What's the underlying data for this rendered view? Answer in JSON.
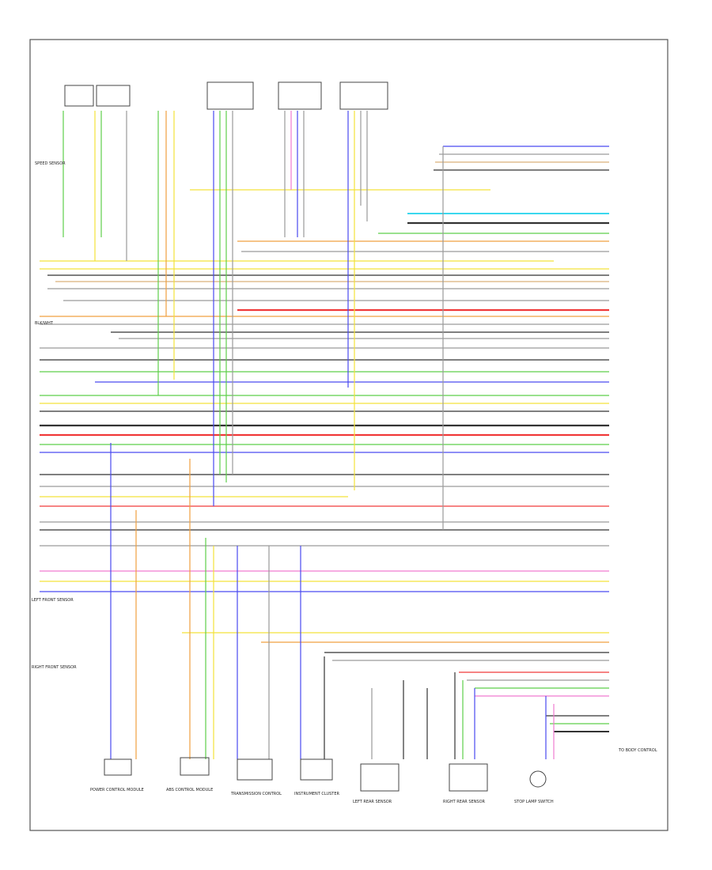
{
  "diagram": {
    "wire_colors": {
      "blue": "#4a4af0",
      "green": "#5ecf4a",
      "yellow": "#f3e23a",
      "red": "#f03a3a",
      "orange": "#f0a040",
      "cyan": "#3ad8ee",
      "pink": "#f07ad0",
      "gray": "#9a9a9a",
      "black": "#333333",
      "tan": "#d9b07a"
    },
    "left_labels": [
      {
        "id": "speed-sensor",
        "text": "SPEED SENSOR"
      },
      {
        "id": "brake-switch",
        "text": "BLK/WHT"
      },
      {
        "id": "left-front",
        "text": "LEFT FRONT SENSOR"
      },
      {
        "id": "right-front",
        "text": "RIGHT FRONT SENSOR"
      }
    ],
    "bottom_components": [
      {
        "id": "power-control",
        "text": "POWER CONTROL MODULE"
      },
      {
        "id": "abs-module",
        "text": "ABS CONTROL MODULE"
      },
      {
        "id": "transmission",
        "text": "TRANSMISSION CONTROL"
      },
      {
        "id": "instrument",
        "text": "INSTRUMENT CLUSTER"
      },
      {
        "id": "left-rear",
        "text": "LEFT REAR SENSOR"
      },
      {
        "id": "right-rear",
        "text": "RIGHT REAR SENSOR"
      },
      {
        "id": "stop-lamp",
        "text": "STOP LAMP SWITCH"
      }
    ],
    "right_label": "TO BODY CONTROL"
  }
}
